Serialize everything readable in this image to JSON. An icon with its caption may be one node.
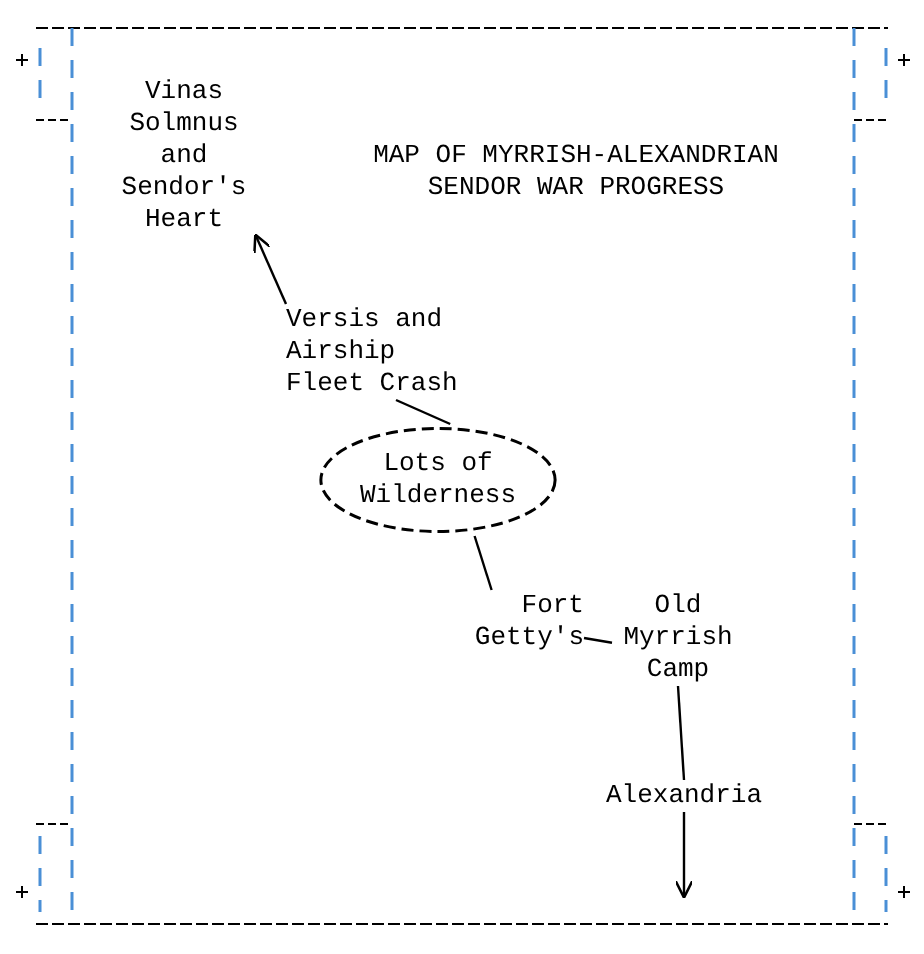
{
  "diagram": {
    "title": "MAP OF MYRRISH-ALEXANDRIAN SENDOR WAR PROGRESS",
    "nodes": [
      {
        "text": [
          "Vinas Solmnus and Sendor's Heart"
        ]
      },
      {
        "text": [
          "Versis and Airship Fleet Crash"
        ]
      },
      {
        "text": [
          "Lots of Wilderness"
        ]
      },
      {
        "text": [
          "Fort Getty's"
        ]
      },
      {
        "text": [
          "Old Myrrish Camp"
        ]
      },
      {
        "text": [
          "Alexandria"
        ]
      }
    ],
    "edges": [
      {
        "from": 1,
        "to": 0,
        "arrow": "to"
      },
      {
        "from": 1,
        "to": 2,
        "arrow": "none"
      },
      {
        "from": 2,
        "to": 3,
        "arrow": "none"
      },
      {
        "from": 3,
        "to": 4,
        "arrow": "none"
      },
      {
        "from": 4,
        "to": 5,
        "arrow": "none"
      },
      {
        "from": 5,
        "to": null,
        "arrow": "to"
      }
    ]
  }
}
